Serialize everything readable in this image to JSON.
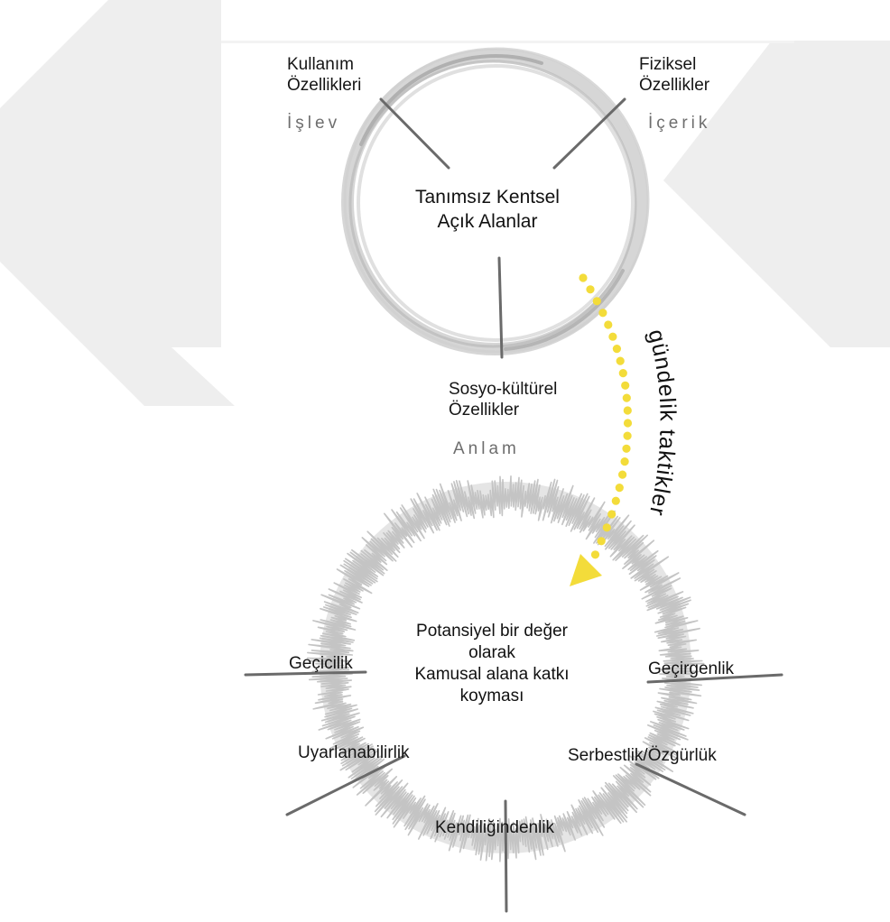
{
  "top_circle": {
    "center_line1": "Tanımsız Kentsel",
    "center_line2": "Açık Alanlar",
    "left_label_line1": "Kullanım",
    "left_label_line2": "Özellikleri",
    "left_term": "İşlev",
    "right_label_line1": "Fiziksel",
    "right_label_line2": "Özellikler",
    "right_term": "İçerik",
    "bottom_label_line1": "Sosyo-kültürel",
    "bottom_label_line2": "Özellikler",
    "bottom_term": "Anlam"
  },
  "connector": {
    "label": "gündelik taktikler",
    "color": "#f3dc3a"
  },
  "bottom_circle": {
    "center_line1": "Potansiyel bir değer",
    "center_line2": "olarak",
    "center_line3": "Kamusal alana katkı",
    "center_line4": "koyması",
    "qualities": {
      "left": "Geçicilik",
      "right": "Geçirgenlik",
      "lower_left": "Uyarlanabilirlik",
      "lower_right": "Serbestlik/Özgürlük",
      "bottom": "Kendiliğindenlik"
    }
  },
  "colors": {
    "watermark": "#ededed",
    "brush_gray": "#c9c9c9",
    "spoke_gray": "#6a6a6a",
    "term_gray": "#6e6e6e"
  }
}
